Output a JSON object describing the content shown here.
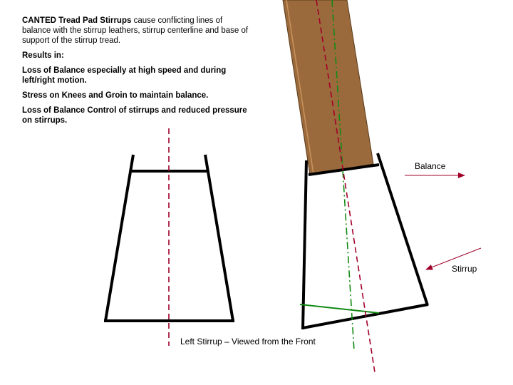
{
  "intro": {
    "bold": "CANTED Tread Pad Stirrups",
    "rest": " cause conflicting lines of balance with the stirrup leathers, stirrup centerline and base of support of the stirrup tread."
  },
  "results_heading": "Results in:",
  "effects": [
    "Loss of Balance especially at high speed and during left/right motion.",
    "Stress on Knees and Groin to maintain balance.",
    "Loss of Balance Control of stirrups and reduced pressure on stirrups."
  ],
  "labels": {
    "balance": "Balance",
    "stirrup": "Stirrup",
    "caption": "Left Stirrup – Viewed from the Front"
  },
  "colors": {
    "leather": "#9b6a3c",
    "balance_line": "#a0002a",
    "center_line": "#138a13",
    "outline": "#000000"
  }
}
